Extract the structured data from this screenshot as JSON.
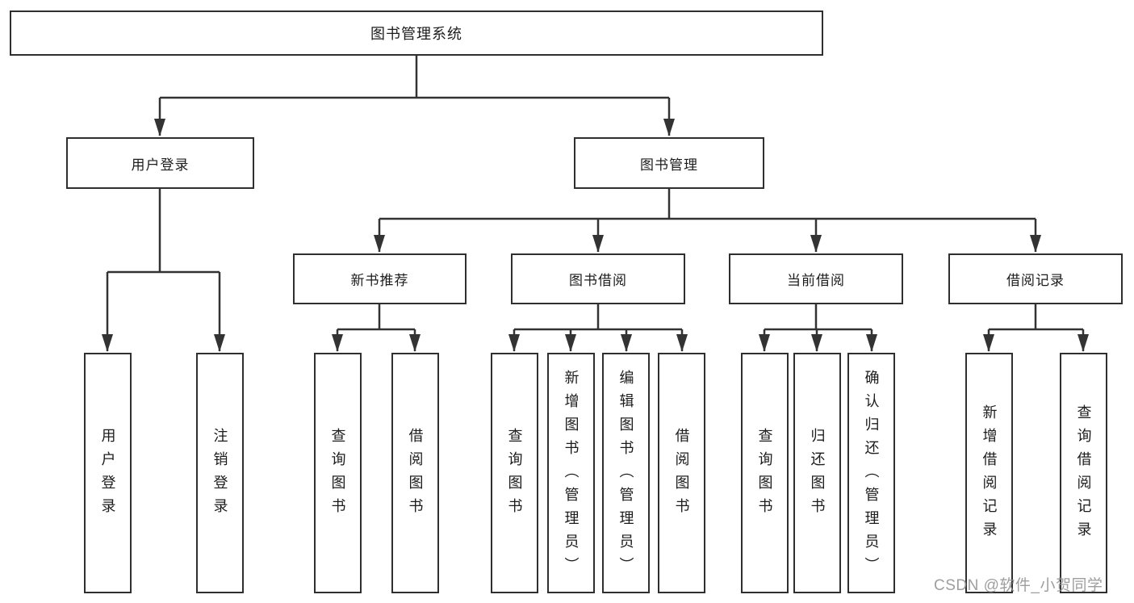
{
  "diagram": {
    "title": "图书管理系统",
    "root": {
      "label": "图书管理系统"
    },
    "level2": [
      {
        "label": "用户登录"
      },
      {
        "label": "图书管理"
      }
    ],
    "level3": [
      {
        "label": "新书推荐"
      },
      {
        "label": "图书借阅"
      },
      {
        "label": "当前借阅"
      },
      {
        "label": "借阅记录"
      }
    ],
    "leaves": {
      "login": [
        "用户登录",
        "注销登录"
      ],
      "recommend": [
        "查询图书",
        "借阅图书"
      ],
      "borrow": [
        "查询图书",
        "新增图书（管理员）",
        "编辑图书（管理员）",
        "借阅图书"
      ],
      "current": [
        "查询图书",
        "归还图书",
        "确认归还（管理员）"
      ],
      "records": [
        "新增借阅记录",
        "查询借阅记录"
      ]
    }
  },
  "watermark": {
    "text": "CSDN @软件_小贺同学"
  },
  "colors": {
    "line": "#333333",
    "border": "#2f2f2f",
    "text": "#1c1c1c",
    "watermark": "#949494",
    "background": "#ffffff"
  }
}
